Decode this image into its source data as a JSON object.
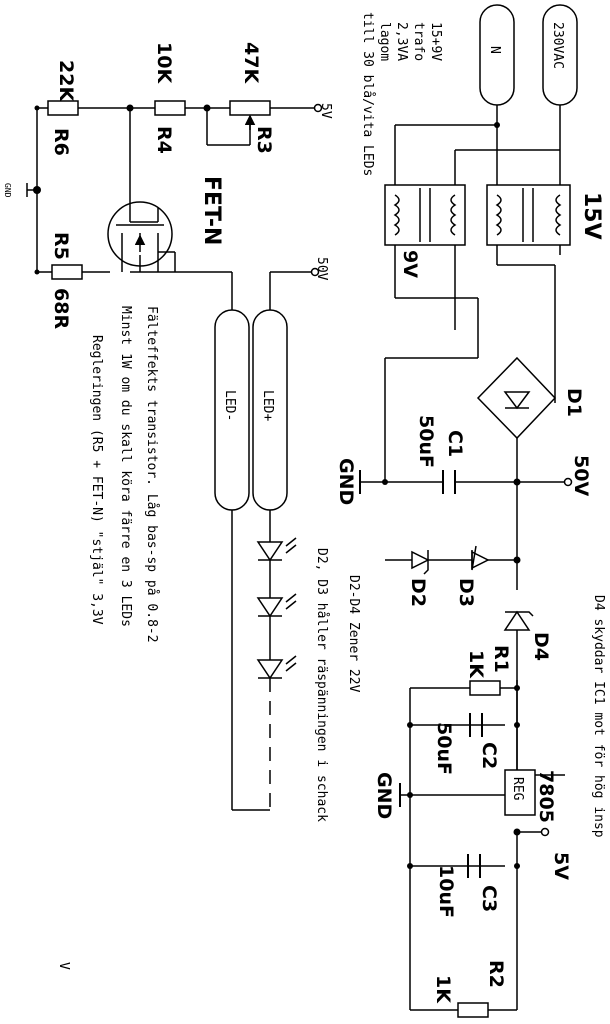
{
  "notes": {
    "trafo_1": "15+9V",
    "trafo_2": "trafo",
    "trafo_3": "2,3VA",
    "trafo_4": "lagom",
    "trafo_5": "till 30 blå/vita LEDs",
    "fet_1": "Fälteffekts transistor. Låg bas-sp på 0.8-2",
    "fet_2": "Minst 1W om du skall köra färre en 3 LEDs",
    "fet_3": "Regleringen (R5 + FET-N) \"stjäl\" 3,3V",
    "fet_4": "V",
    "zener_1": "D2-D4 Zener 22V",
    "zener_2": "D2, D3 håller räspänningen i schack",
    "d4": "D4 skyddar IC1 mot för hög insp"
  },
  "labels": {
    "r6_value": "22K",
    "r6_name": "R6",
    "r4_value": "10K",
    "r4_name": "R4",
    "r3_value": "47K",
    "r3_name": "R3",
    "r5_name": "R5",
    "r5_value": "68R",
    "fet": "FET-N",
    "gnd_small": "GND",
    "v5_top": "5V",
    "v50_top": "50V",
    "led_minus": "LED-",
    "led_plus": "LED+",
    "n": "N",
    "ac230": "230VAC",
    "v15": "15V",
    "v9": "9V",
    "d1": "D1",
    "c1_name": "C1",
    "c1_value": "50uF",
    "gnd_c1": "GND",
    "v50_mid": "50V",
    "d2": "D2",
    "d3": "D3",
    "d4_name": "D4",
    "r1_name": "R1",
    "r1_value": "1K",
    "c2_name": "C2",
    "c2_value": "50uF",
    "reg_value": "7805",
    "reg": "REG",
    "gnd_reg": "GND",
    "c3_name": "C3",
    "c3_value": "10uF",
    "v5_right": "5V",
    "r2_name": "R2",
    "r2_value": "1K"
  }
}
